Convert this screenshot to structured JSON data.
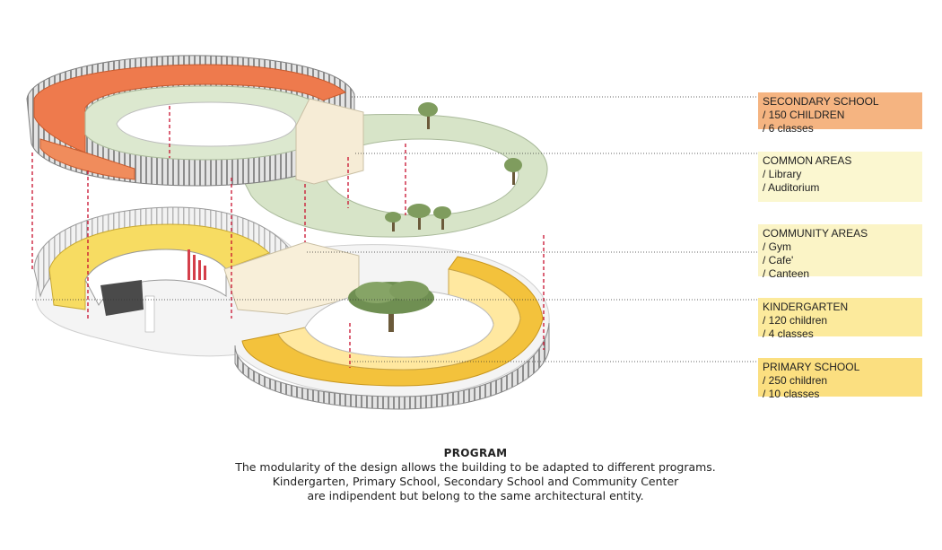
{
  "program_legend": [
    {
      "lines": [
        "SECONDARY SCHOOL",
        "/ 150 CHILDREN",
        "/ 6 classes"
      ],
      "color": "#f5b481"
    },
    {
      "lines": [
        "COMMON AREAS",
        "/ Library",
        "/ Auditorium"
      ],
      "color": "#fbf7d0"
    },
    {
      "lines": [
        "COMMUNITY AREAS",
        "/ Gym",
        "/ Cafe'",
        "/ Canteen"
      ],
      "color": "#fbf4c6"
    },
    {
      "lines": [
        "KINDERGARTEN",
        "/ 120 children",
        "/ 4 classes"
      ],
      "color": "#fcea9c"
    },
    {
      "lines": [
        "PRIMARY SCHOOL",
        "/ 250 children",
        "/ 10 classes"
      ],
      "color": "#fbdf80"
    }
  ],
  "caption": {
    "title": "PROGRAM",
    "lines": [
      "The modularity of the design allows the building to be adapted to different programs.",
      "Kindergarten, Primary School, Secondary School and Community Center",
      "are indipendent but belong to the same architectural entity."
    ]
  },
  "colors": {
    "secondary_rooms": "#ee7a4d",
    "kindergarten_rooms": "#f7dc62",
    "primary_rooms": "#f3c23c",
    "roof_green": "#d7e4c8",
    "facade_grey": "#9a9a9a",
    "section_line": "#c8102e"
  }
}
